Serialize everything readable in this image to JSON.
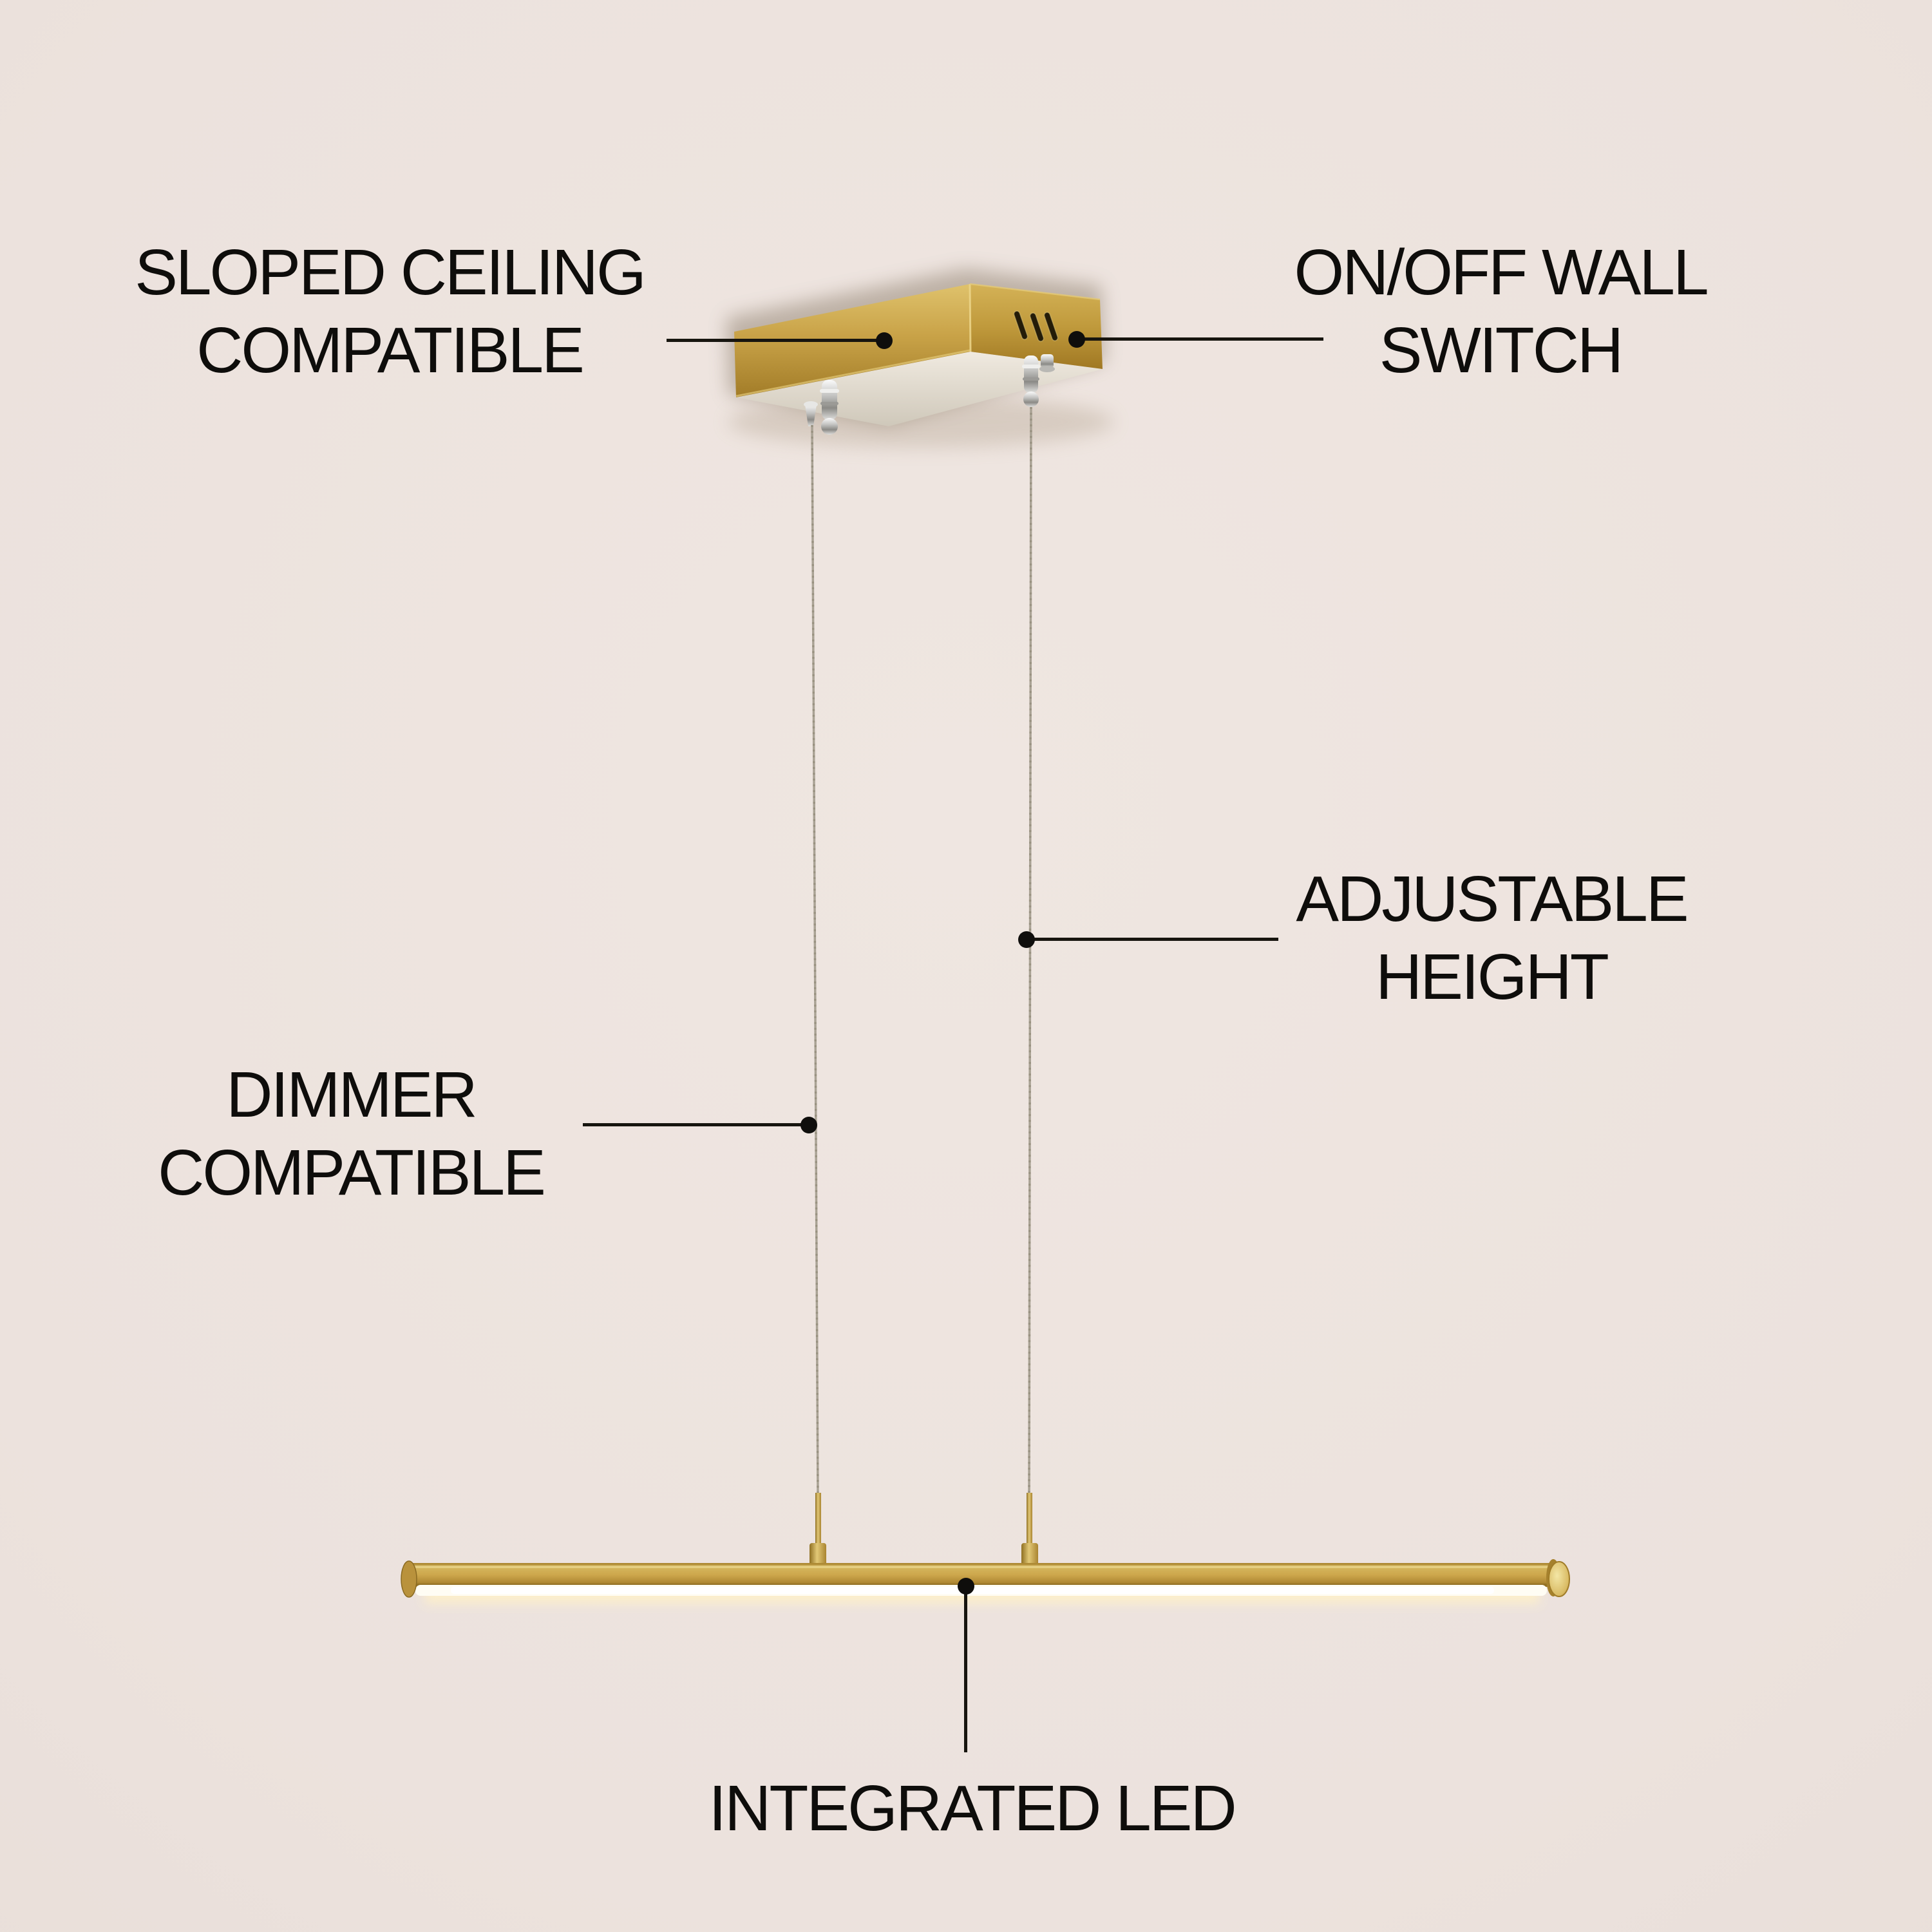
{
  "callouts": {
    "sloped_ceiling": {
      "line1": "SLOPED CEILING",
      "line2": "COMPATIBLE"
    },
    "on_off_wall_switch": {
      "line1": "ON/OFF WALL",
      "line2": "SWITCH"
    },
    "adjustable_height": {
      "line1": "ADJUSTABLE",
      "line2": "HEIGHT"
    },
    "dimmer_compatible": {
      "line1": "DIMMER",
      "line2": "COMPATIBLE"
    },
    "integrated_led": {
      "line1": "INTEGRATED LED"
    }
  },
  "colors": {
    "background": "#ece2dd",
    "label_text": "#0e0d0b",
    "callout_line": "#17150f",
    "brass_gold": "#c9a348",
    "brass_dark": "#a07c28",
    "canopy_underside": "#e9e3d7",
    "led_white": "#fffdf4",
    "led_glow": "#fff1c8",
    "cable_gray": "#a9a294",
    "chrome": "#c6c6c4"
  },
  "product": {
    "type": "linear-pendant-led-light",
    "parts": [
      "ceiling-canopy",
      "vent-slots",
      "suspension-cables",
      "cable-adjusters",
      "light-bar",
      "led-strip",
      "end-caps"
    ]
  }
}
